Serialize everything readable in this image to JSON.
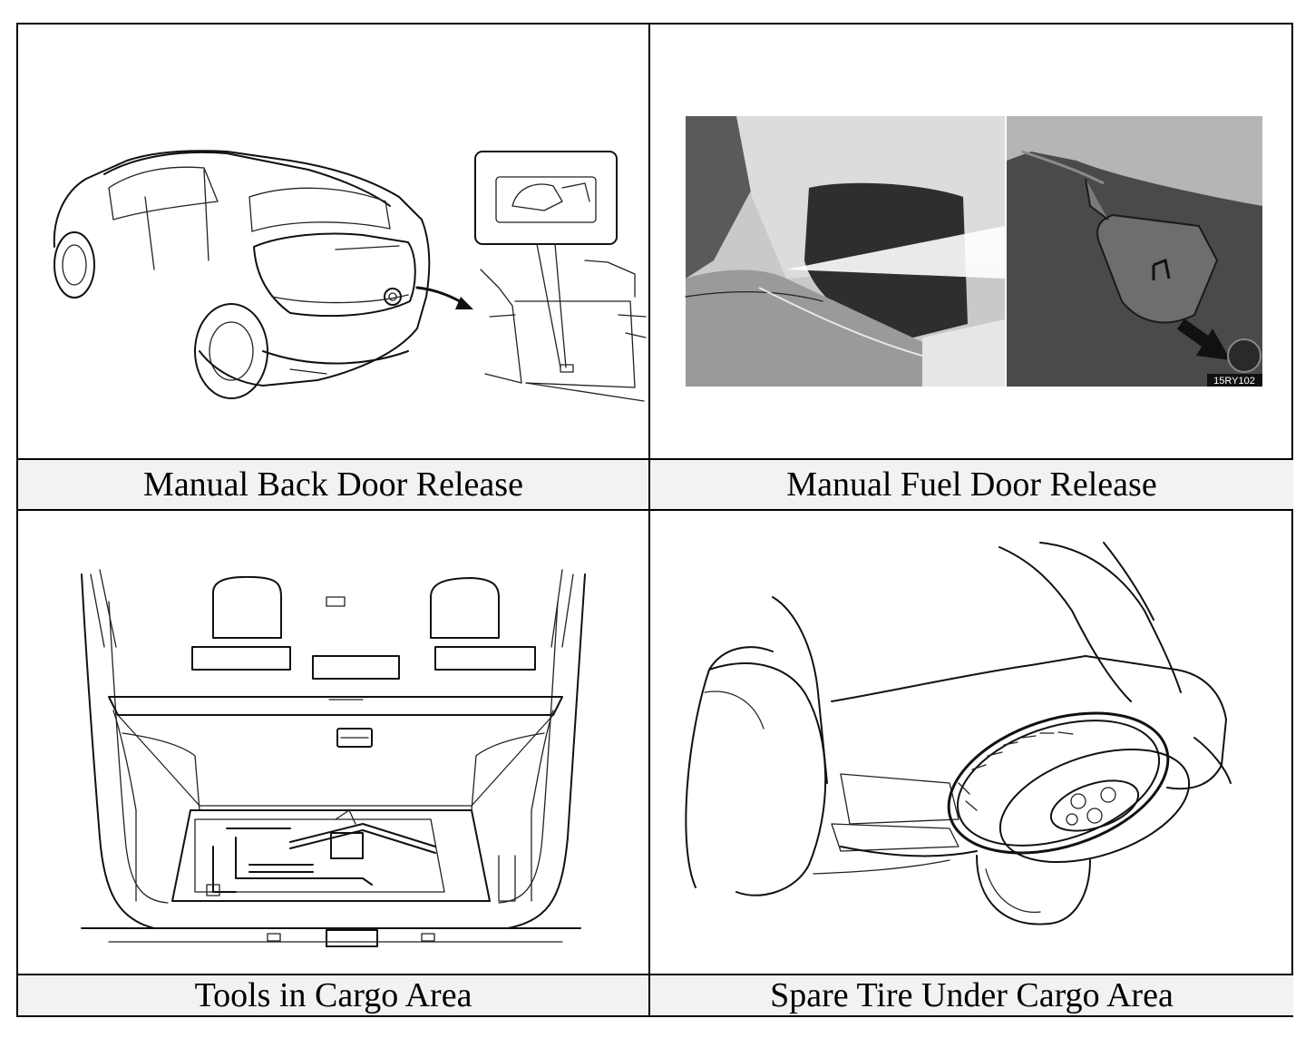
{
  "captions": {
    "back_door": "Manual Back Door Release",
    "fuel_door": "Manual Fuel Door Release",
    "tools": "Tools in Cargo Area",
    "spare_tire": "Spare Tire Under Cargo Area"
  },
  "photo_label": "15RY102"
}
